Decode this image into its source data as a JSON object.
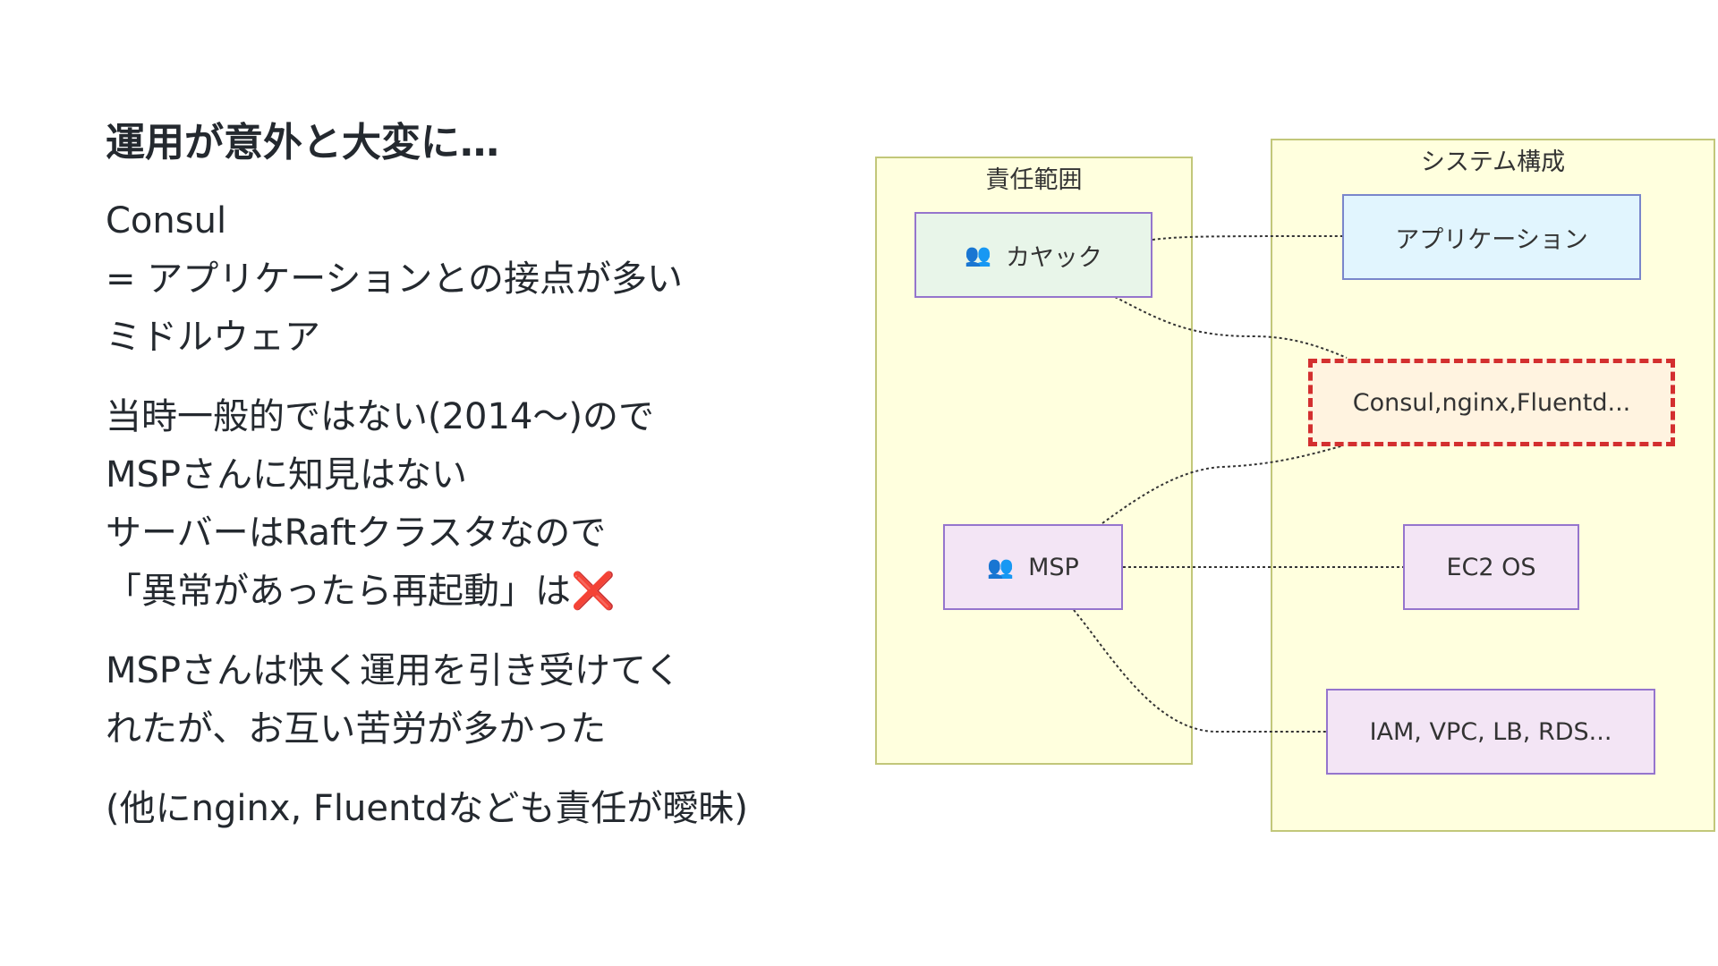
{
  "slide": {
    "title": "運用が意外と大変に…",
    "paragraphs": [
      [
        "Consul",
        "= アプリケーションとの接点が多い",
        "ミドルウェア"
      ],
      [
        "当時一般的ではない(2014〜)ので",
        "MSPさんに知見はない",
        "サーバーはRaftクラスタなので"
      ],
      [
        "MSPさんは快く運用を引き受けてく",
        "れたが、お互い苦労が多かった"
      ],
      [
        "(他にnginx, Fluentdなども責任が曖昧)"
      ]
    ],
    "restart_line": "「異常があったら再起動」は",
    "restart_mark": "❌"
  },
  "diagram": {
    "responsibility": {
      "title": "責任範囲",
      "kayac": "カヤック",
      "msp": "MSP",
      "icon": "👥"
    },
    "system": {
      "title": "システム構成",
      "application": "アプリケーション",
      "middleware": "Consul,nginx,Fluentd...",
      "ec2": "EC2 OS",
      "infra": "IAM, VPC, LB, RDS..."
    },
    "colors": {
      "cluster_bg": "#ffffde",
      "cluster_border": "#c2c77a",
      "kayac_bg": "#e8f5e9",
      "application_bg": "#e1f5fe",
      "middleware_bg": "#fff3e0",
      "middleware_border": "#d32f2f",
      "msp_bg": "#f3e5f5",
      "node_border": "#9575cd",
      "app_border": "#7986cb"
    }
  }
}
